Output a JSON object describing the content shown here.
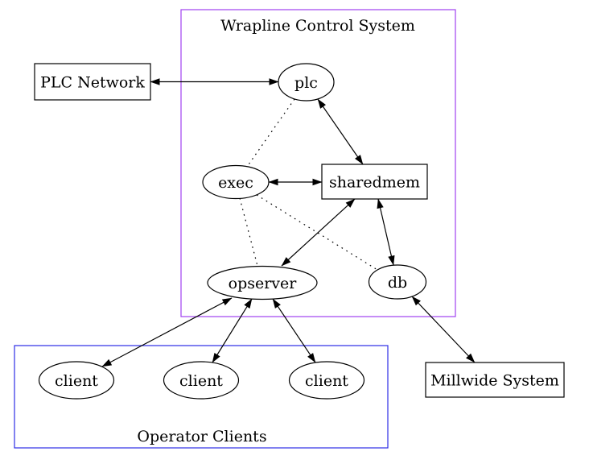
{
  "diagram": {
    "type": "graph",
    "background": "#ffffff",
    "clusters": {
      "wrapline": {
        "label": "Wrapline Control System",
        "border_color": "#a041f0"
      },
      "operator_clients": {
        "label": "Operator Clients",
        "border_color": "#2d2de6"
      }
    },
    "nodes": {
      "plc_network": {
        "label": "PLC Network",
        "shape": "box",
        "fill": "#ffffff"
      },
      "plc": {
        "label": "plc",
        "shape": "ellipse",
        "fill": "#ffffff"
      },
      "exec": {
        "label": "exec",
        "shape": "ellipse",
        "fill": "#ffffff"
      },
      "sharedmem": {
        "label": "sharedmem",
        "shape": "box",
        "fill": "#d2d2d2"
      },
      "opserver": {
        "label": "opserver",
        "shape": "ellipse",
        "fill": "#ffffff"
      },
      "db": {
        "label": "db",
        "shape": "ellipse",
        "fill": "#ffffff"
      },
      "client_1": {
        "label": "client",
        "shape": "ellipse",
        "fill": "#ffffff"
      },
      "client_2": {
        "label": "client",
        "shape": "ellipse",
        "fill": "#ffffff"
      },
      "client_3": {
        "label": "client",
        "shape": "ellipse",
        "fill": "#ffffff"
      },
      "millwide": {
        "label": "Millwide System",
        "shape": "box",
        "fill": "#ffffff"
      }
    },
    "edges": [
      {
        "from": "PLC Network",
        "to": "plc",
        "style": "solid",
        "direction": "both"
      },
      {
        "from": "plc",
        "to": "sharedmem",
        "style": "solid",
        "direction": "both"
      },
      {
        "from": "exec",
        "to": "sharedmem",
        "style": "solid",
        "direction": "both"
      },
      {
        "from": "exec",
        "to": "plc",
        "style": "dotted",
        "direction": "none"
      },
      {
        "from": "exec",
        "to": "opserver",
        "style": "dotted",
        "direction": "none"
      },
      {
        "from": "exec",
        "to": "db",
        "style": "dotted",
        "direction": "none"
      },
      {
        "from": "sharedmem",
        "to": "opserver",
        "style": "solid",
        "direction": "both"
      },
      {
        "from": "sharedmem",
        "to": "db",
        "style": "solid",
        "direction": "both"
      },
      {
        "from": "opserver",
        "to": "client (left)",
        "style": "solid",
        "direction": "both"
      },
      {
        "from": "opserver",
        "to": "client (middle)",
        "style": "solid",
        "direction": "both"
      },
      {
        "from": "opserver",
        "to": "client (right)",
        "style": "solid",
        "direction": "both"
      },
      {
        "from": "db",
        "to": "Millwide System",
        "style": "solid",
        "direction": "both"
      }
    ],
    "colors": {
      "edge": "#000000",
      "node_border": "#000000",
      "text": "#000000"
    }
  }
}
